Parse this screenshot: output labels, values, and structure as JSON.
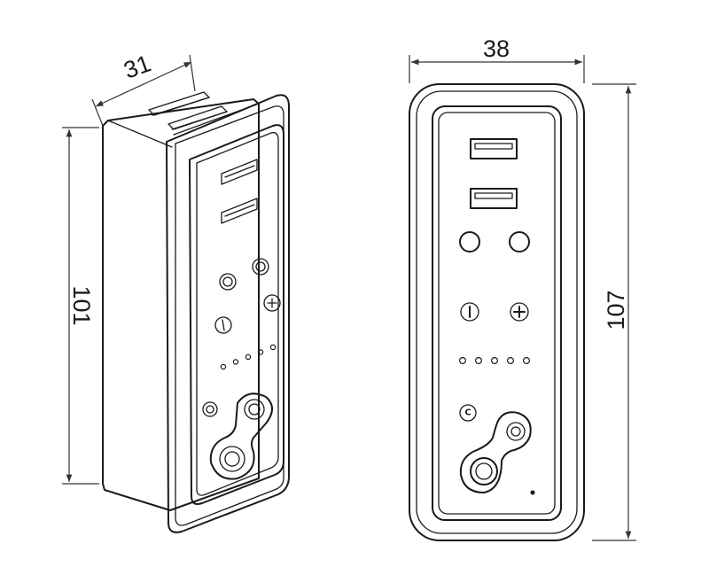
{
  "dimensions": {
    "iso_depth": "31",
    "iso_height": "101",
    "front_width": "38",
    "front_height": "107"
  },
  "icons": {
    "power": "power-icon",
    "plus": "plus-icon",
    "charge_indicator": "c-icon"
  },
  "indicator_leds": 5,
  "usb_ports": 2
}
